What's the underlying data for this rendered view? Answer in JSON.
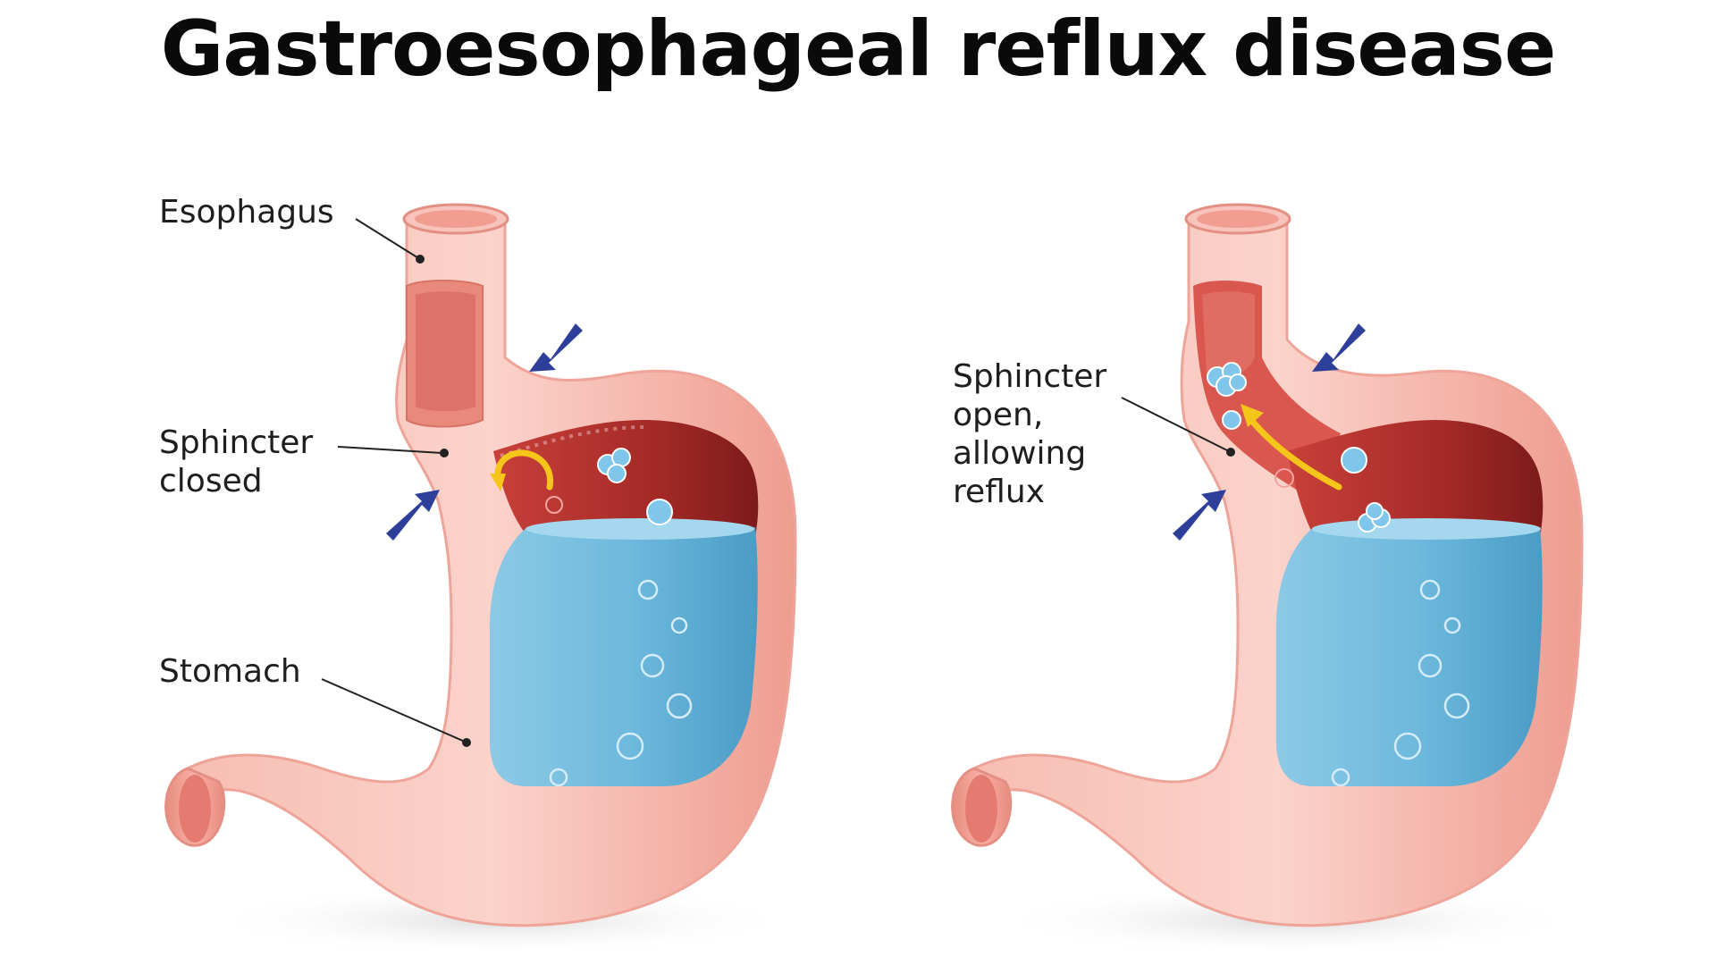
{
  "title": "Gastroesophageal reflux disease",
  "colors": {
    "tissue": "#f4b0a6",
    "tissue_light": "#fbd3cb",
    "tissue_dark": "#e8897c",
    "interior_red": "#b3322e",
    "interior_dark": "#7c1b1b",
    "fluid": "#6cb8dc",
    "fluid_light": "#a5d8ef",
    "arrow": "#2e3f9a",
    "flow_arrow": "#f5c51a"
  },
  "left_panel": {
    "state": "closed",
    "labels": {
      "esophagus": "Esophagus",
      "sphincter_line1": "Sphincter",
      "sphincter_line2": "closed",
      "stomach": "Stomach"
    }
  },
  "right_panel": {
    "state": "open",
    "labels": {
      "sphincter_line1": "Sphincter",
      "sphincter_line2": "open,",
      "sphincter_line3": "allowing",
      "sphincter_line4": "reflux"
    }
  },
  "icons": [
    "compression-arrow-icon",
    "flow-arrow-icon",
    "bubble-icon"
  ]
}
